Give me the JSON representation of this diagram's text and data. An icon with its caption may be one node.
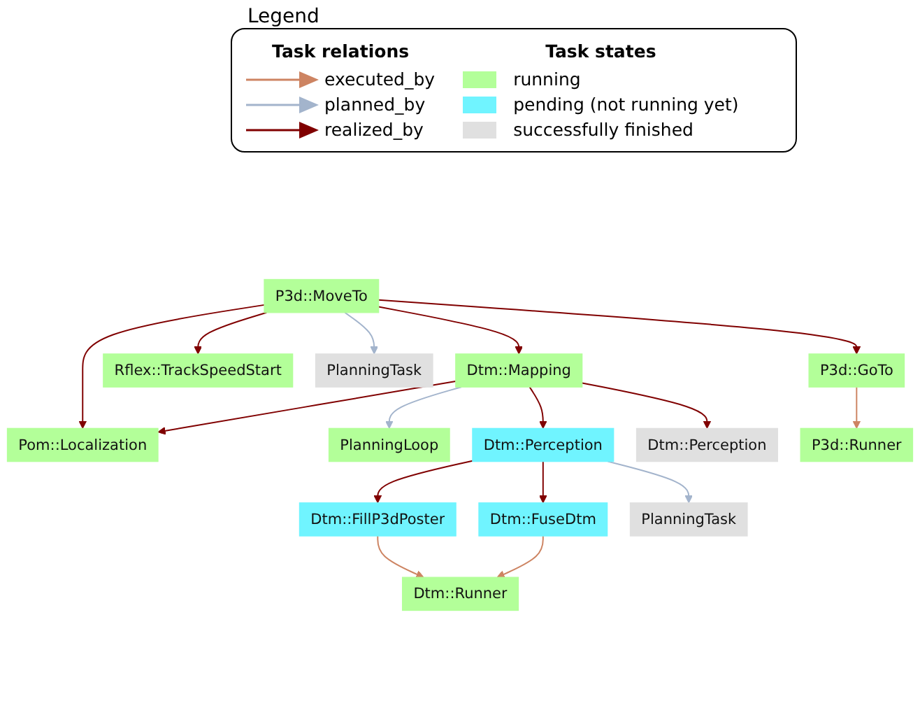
{
  "diagram": {
    "nodes": [
      {
        "text": [
          "P3d::MoveTo"
        ]
      },
      {
        "text": [
          "Dtm::Mapping"
        ]
      },
      {
        "text": [
          "Rflex::TrackSpeedStart"
        ]
      },
      {
        "text": [
          "PlanningTask"
        ]
      },
      {
        "text": [
          "P3d::GoTo"
        ]
      },
      {
        "text": [
          "Pom::Localization"
        ]
      },
      {
        "text": [
          "PlanningLoop"
        ]
      },
      {
        "text": [
          "Dtm::Perception"
        ]
      },
      {
        "text": [
          "Dtm::Perception"
        ]
      },
      {
        "text": [
          "P3d::Runner"
        ]
      },
      {
        "text": [
          "Dtm::FillP3dPoster"
        ]
      },
      {
        "text": [
          "Dtm::FuseDtm"
        ]
      },
      {
        "text": [
          "PlanningTask"
        ]
      },
      {
        "text": [
          "Dtm::Runner"
        ]
      }
    ],
    "edges": [
      {
        "from": 0,
        "to": 1,
        "arrow": "to"
      },
      {
        "from": 0,
        "to": 5,
        "arrow": "to"
      },
      {
        "from": 0,
        "to": 2,
        "arrow": "to"
      },
      {
        "from": 0,
        "to": 3,
        "arrow": "to",
        "color": "#a3b4cc"
      },
      {
        "from": 0,
        "to": 4,
        "arrow": "to"
      },
      {
        "from": 1,
        "to": 5,
        "arrow": "to"
      },
      {
        "from": 1,
        "to": 6,
        "arrow": "to",
        "color": "#a3b4cc"
      },
      {
        "from": 1,
        "to": 7,
        "arrow": "to"
      },
      {
        "from": 1,
        "to": 8,
        "arrow": "to"
      },
      {
        "from": 4,
        "to": 9,
        "arrow": "to",
        "color": "#cd8462"
      },
      {
        "from": 7,
        "to": 10,
        "arrow": "to"
      },
      {
        "from": 7,
        "to": 11,
        "arrow": "to"
      },
      {
        "from": 7,
        "to": 12,
        "arrow": "to",
        "color": "#a3b4cc"
      },
      {
        "from": 10,
        "to": 13,
        "arrow": "to",
        "color": "#cd8462"
      },
      {
        "from": 11,
        "to": 13,
        "arrow": "to",
        "color": "#cd8462"
      }
    ],
    "labels": [
      "Legend",
      "Task relations",
      "Task states"
    ],
    "legend": [
      {
        "text": "executed_by"
      },
      {
        "text": "planned_by"
      },
      {
        "text": "realized_by"
      },
      {
        "text": "running",
        "color": "#b3ff99"
      },
      {
        "text": "pending (not running yet)",
        "color": "#70f4ff"
      },
      {
        "text": "successfully finished",
        "color": "#e0e0e0"
      }
    ]
  }
}
